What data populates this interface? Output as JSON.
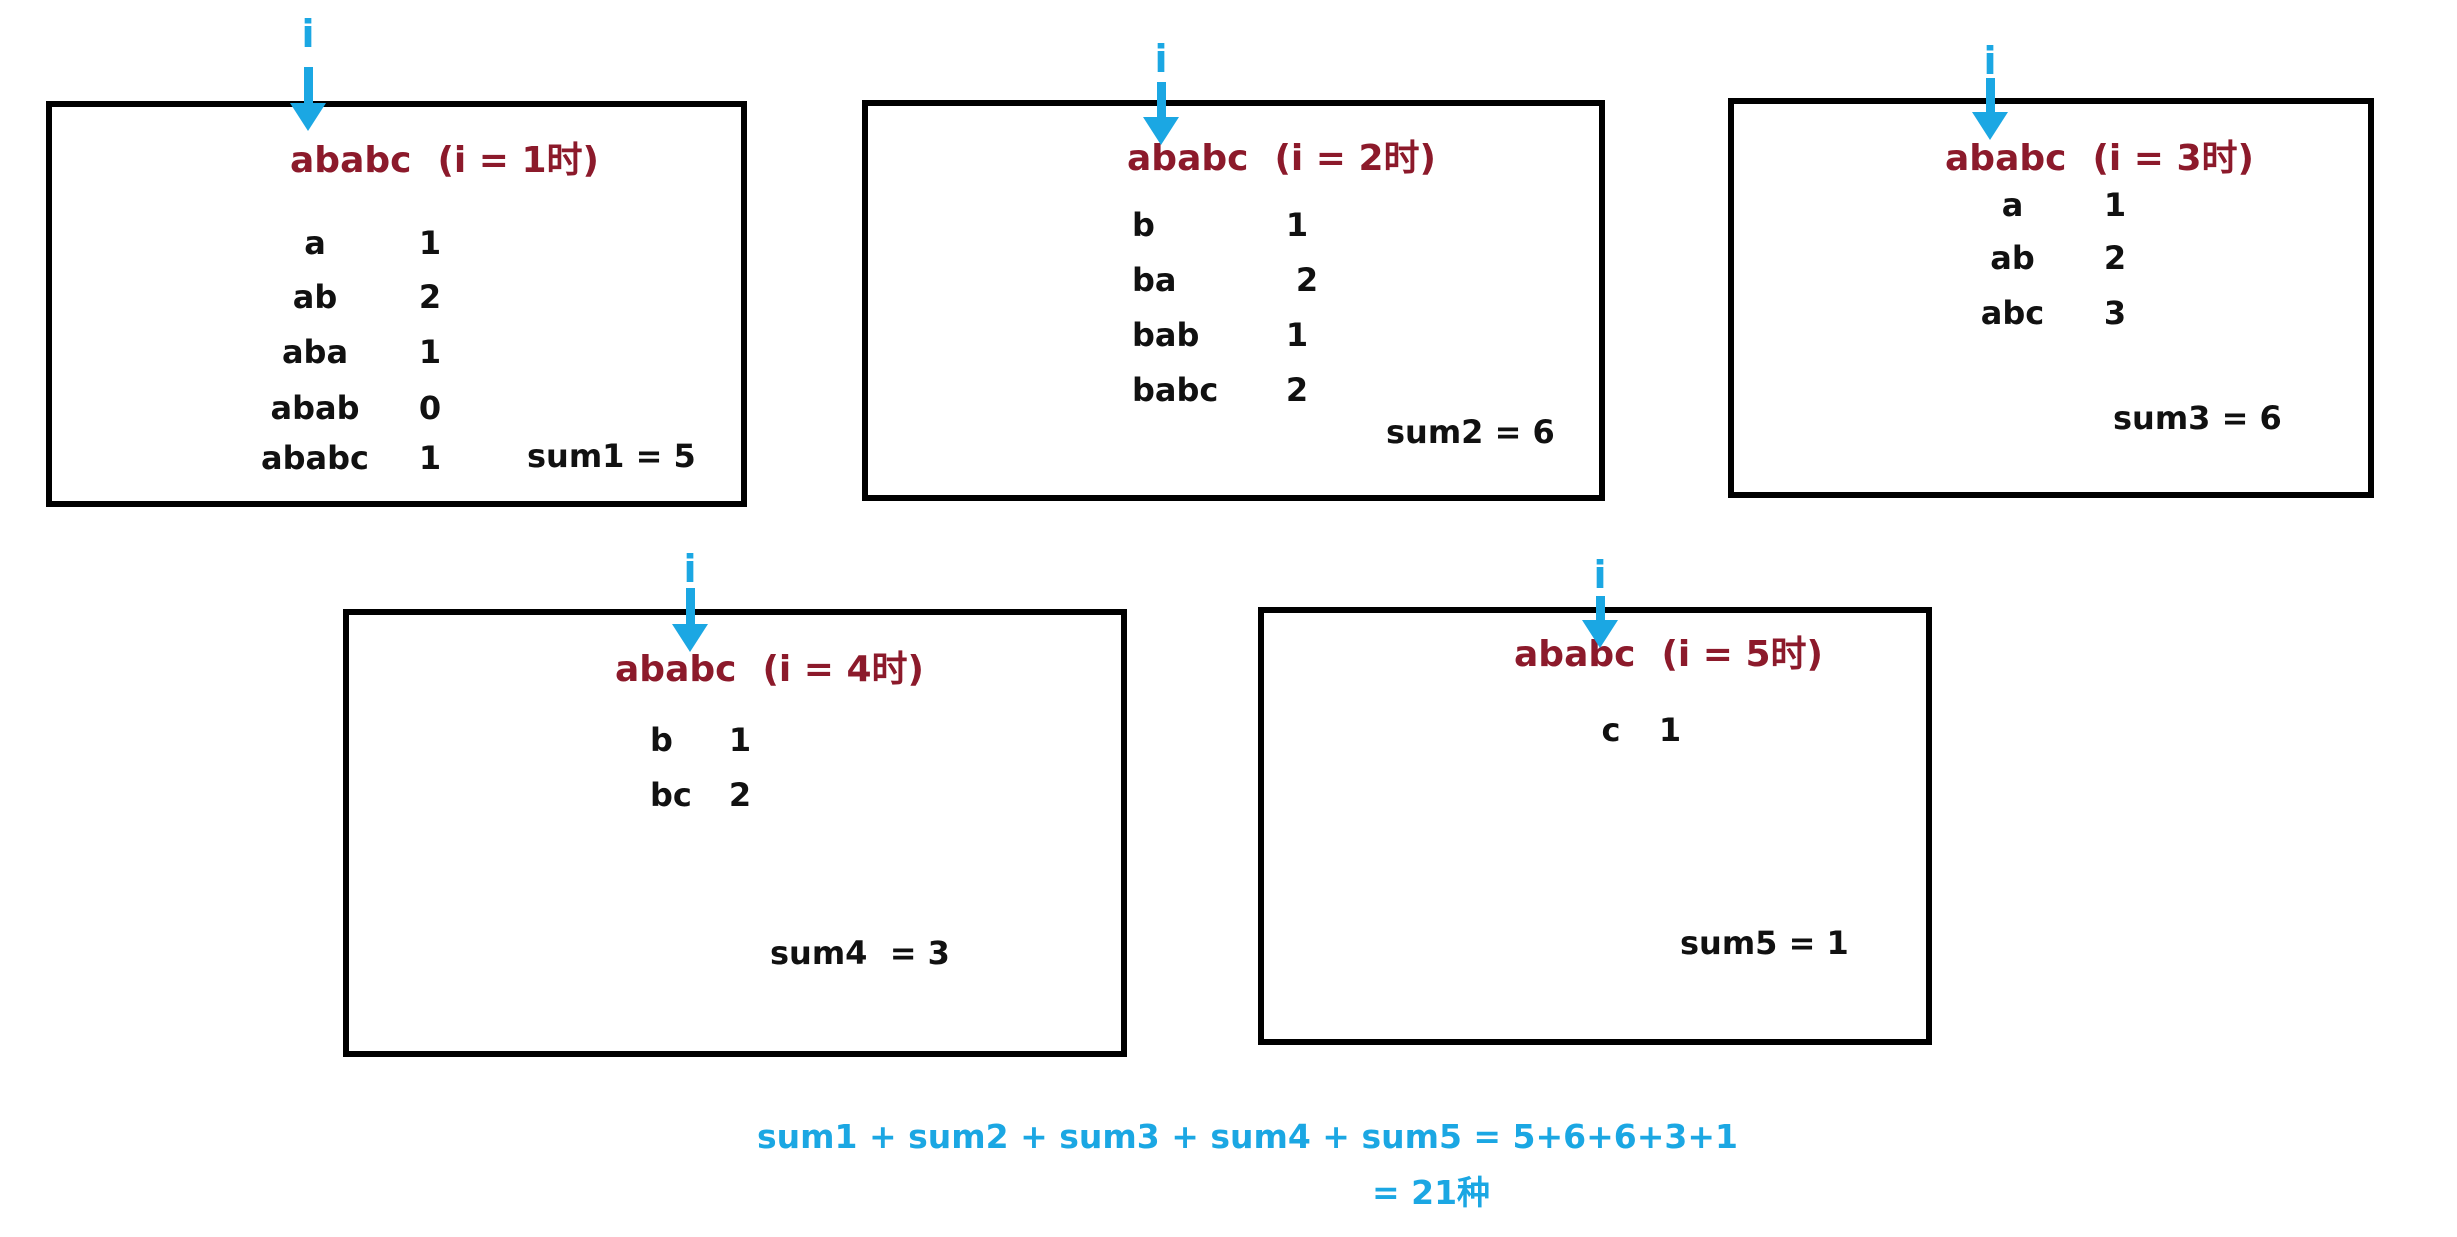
{
  "colors": {
    "arrow_blue": "#1BA7E3",
    "title_maroon": "#8C1A2B",
    "text_black": "#111111",
    "border_black": "#000000"
  },
  "string_label": "ababc",
  "boxes": [
    {
      "pointer_label": "i",
      "title_string": "ababc",
      "title_note": "(i = 1时)",
      "rows": [
        {
          "s": "a",
          "n": "1"
        },
        {
          "s": "ab",
          "n": "2"
        },
        {
          "s": "aba",
          "n": "1"
        },
        {
          "s": "abab",
          "n": "0"
        },
        {
          "s": "ababc",
          "n": "1"
        }
      ],
      "sum": "sum1 = 5"
    },
    {
      "pointer_label": "i",
      "title_string": "ababc",
      "title_note": "(i = 2时)",
      "rows": [
        {
          "s": "b",
          "n": "1"
        },
        {
          "s": "ba",
          "n": "2"
        },
        {
          "s": "bab",
          "n": "1"
        },
        {
          "s": "babc",
          "n": "2"
        }
      ],
      "sum": "sum2 = 6"
    },
    {
      "pointer_label": "i",
      "title_string": "ababc",
      "title_note": "(i = 3时)",
      "rows": [
        {
          "s": "a",
          "n": "1"
        },
        {
          "s": "ab",
          "n": "2"
        },
        {
          "s": "abc",
          "n": "3"
        }
      ],
      "sum": "sum3 = 6"
    },
    {
      "pointer_label": "i",
      "title_string": "ababc",
      "title_note": "(i = 4时)",
      "rows": [
        {
          "s": "b",
          "n": "1"
        },
        {
          "s": "bc",
          "n": "2"
        }
      ],
      "sum": "sum4  = 3"
    },
    {
      "pointer_label": "i",
      "title_string": "ababc",
      "title_note": "(i = 5时)",
      "rows": [
        {
          "s": "c",
          "n": "1"
        }
      ],
      "sum": "sum5 = 1"
    }
  ],
  "footer": {
    "line1": "sum1 + sum2 + sum3 + sum4 + sum5 = 5+6+6+3+1",
    "line2": "= 21种"
  }
}
